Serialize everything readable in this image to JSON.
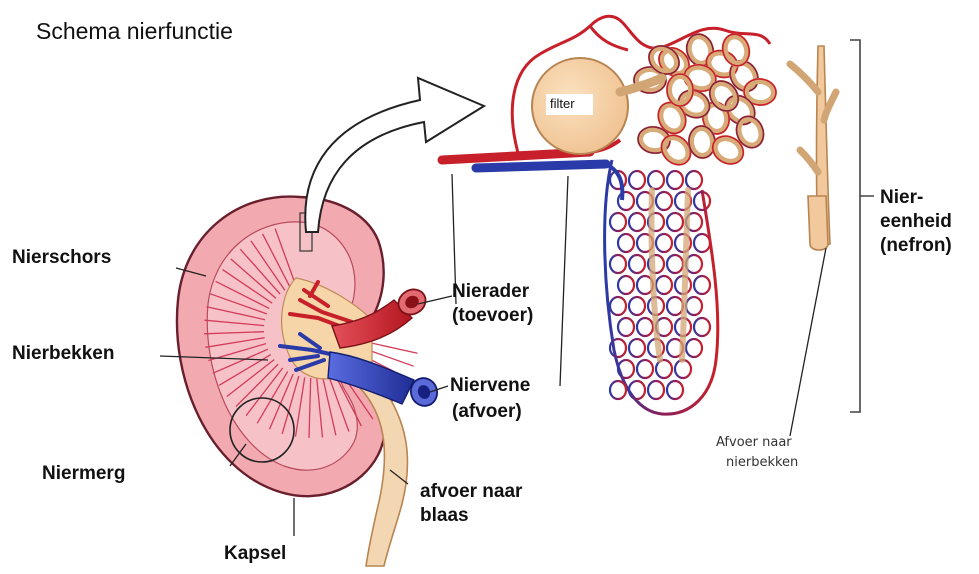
{
  "title": "Schema nierfunctie",
  "labels": {
    "filter": "filter",
    "nierschors": "Nierschors",
    "nierbekken": "Nierbekken",
    "niermerg": "Niermerg",
    "kapsel": "Kapsel",
    "nierader_1": "Nierader",
    "nierader_2": "(toevoer)",
    "niervene_1": "Niervene",
    "niervene_2": "(afvoer)",
    "blaas_1": "afvoer naar",
    "blaas_2": "blaas",
    "nefron_1": "Nier-",
    "nefron_2": "eenheid",
    "nefron_3": "(nefron)",
    "afvoer_bekken_1": "Afvoer naar",
    "afvoer_bekken_2": "nierbekken"
  },
  "colors": {
    "artery": "#c8202a",
    "vein": "#2a3aa8",
    "kidney": "#f2a9b0",
    "kidney_stripe": "#d23b5a",
    "tubule": "#f1c99c",
    "tubule_edge": "#b88552"
  }
}
